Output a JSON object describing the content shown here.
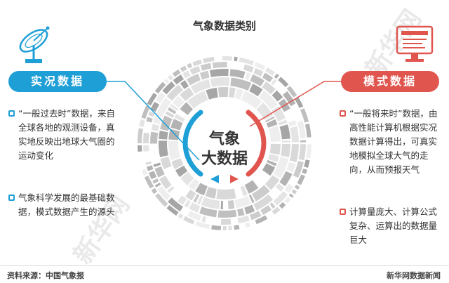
{
  "title": "气象数据类别",
  "center": {
    "line1": "气象",
    "line2": "大数据"
  },
  "left": {
    "label": "实况数据",
    "bullets": [
      "“一般过去时”数据，来自全球各地的观测设备，真实地反映出地球大气圈的运动变化",
      "气象科学发展的最基础数据，模式数据产生的源头"
    ]
  },
  "right": {
    "label": "模式数据",
    "bullets": [
      "“一般将来时”数据，由高性能计算机根据实况数据计算得出，可真实地模拟全球大气的走向，从而预报天气",
      "计算量庞大、计算公式复杂、运算出的数据量巨大"
    ]
  },
  "footer": {
    "source": "资料来源：中国气象报",
    "brand": "新华网数据新闻"
  },
  "watermark": "新华网",
  "colors": {
    "blue": "#1e9fd6",
    "red": "#e0564f"
  },
  "icons": {
    "left": "satellite-dish-icon",
    "right": "computer-monitor-icon"
  }
}
